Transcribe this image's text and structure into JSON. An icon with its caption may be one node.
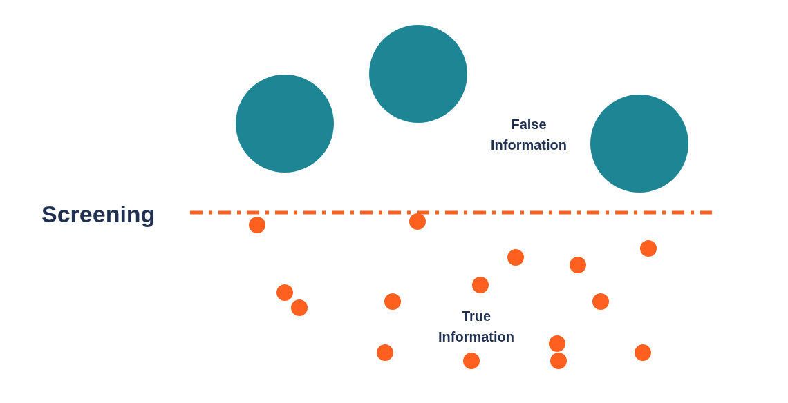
{
  "diagram": {
    "labels": [
      "Screening",
      "False Information",
      "True Information"
    ]
  }
}
